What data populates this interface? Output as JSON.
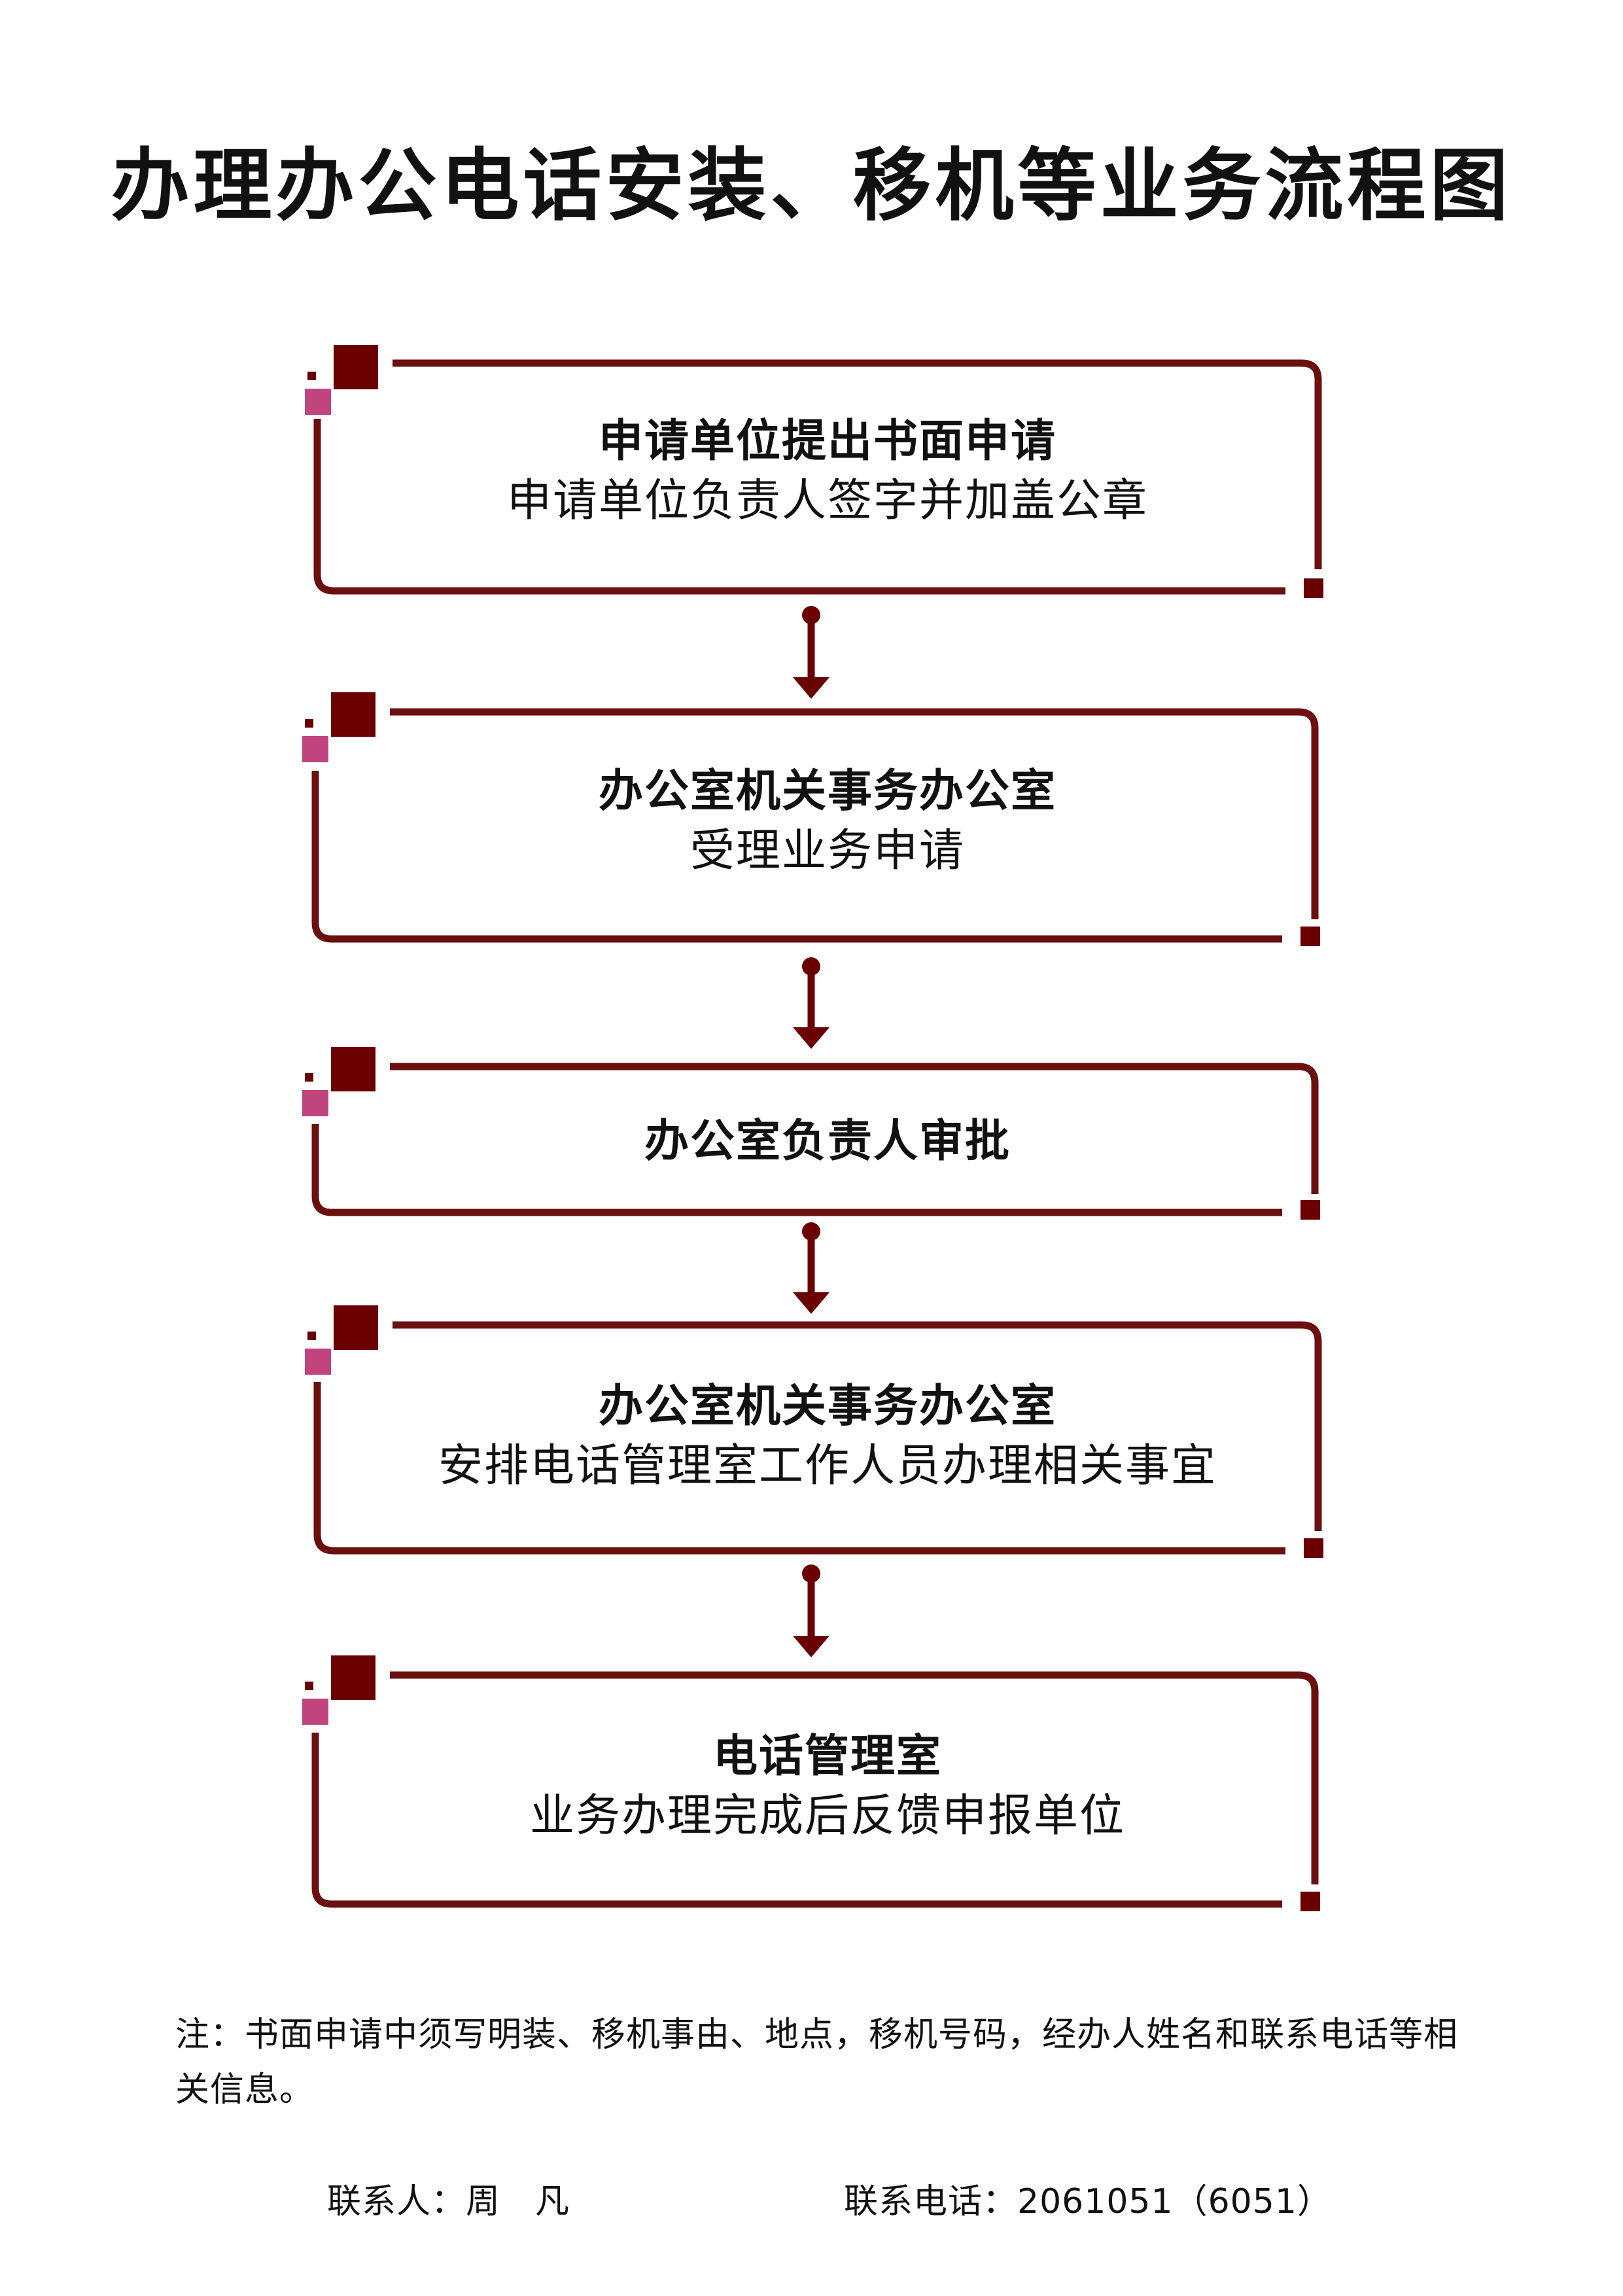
{
  "title": "办理办公电话安装、移机等业务流程图",
  "colors": {
    "border": "#6b0f0f",
    "accent_dark": "#6b0000",
    "accent_pink": "#c0447e",
    "text": "#111111"
  },
  "steps": [
    {
      "heading": "申请单位提出书面申请",
      "detail": "申请单位负责人签字并加盖公章"
    },
    {
      "heading": "办公室机关事务办公室",
      "detail": "受理业务申请"
    },
    {
      "heading": "办公室负责人审批",
      "detail": ""
    },
    {
      "heading": "办公室机关事务办公室",
      "detail": "安排电话管理室工作人员办理相关事宜"
    },
    {
      "heading": "电话管理室",
      "detail": "业务办理完成后反馈申报单位"
    }
  ],
  "note": "注：书面申请中须写明装、移机事由、地点，移机号码，经办人姓名和联系电话等相关信息。",
  "contact": {
    "person": "联系人：周　凡",
    "phone": "联系电话：2061051（6051）"
  }
}
